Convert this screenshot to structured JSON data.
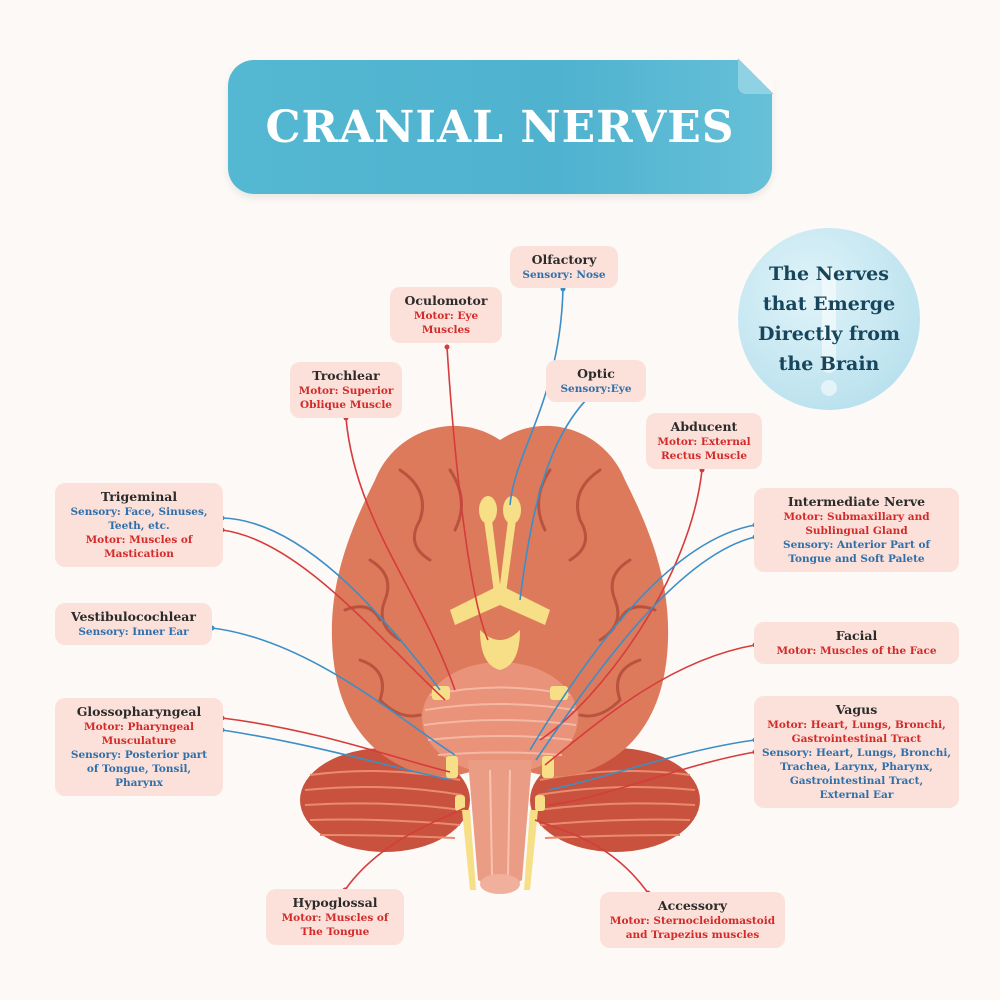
{
  "title": "CRANIAL NERVES",
  "tagline": "The Nerves\nthat Emerge\nDirectly from\nthe Brain",
  "colors": {
    "banner": "#4fb2cf",
    "label_bg": "#fbe1d9",
    "motor_text": "#d32a2a",
    "sensory_text": "#2f6faa",
    "motor_line": "#d63c3c",
    "sensory_line": "#3a8fc7",
    "brain": "#e07d5e",
    "nerve_tissue": "#f6df86"
  },
  "nerves": [
    {
      "id": "olfactory",
      "name": "Olfactory",
      "lines": [
        {
          "type": "sensory",
          "text": "Sensory: Nose"
        }
      ]
    },
    {
      "id": "oculomotor",
      "name": "Oculomotor",
      "lines": [
        {
          "type": "motor",
          "text": "Motor: Eye\nMuscles"
        }
      ]
    },
    {
      "id": "optic",
      "name": "Optic",
      "lines": [
        {
          "type": "sensory",
          "text": "Sensory:Eye"
        }
      ]
    },
    {
      "id": "trochlear",
      "name": "Trochlear",
      "lines": [
        {
          "type": "motor",
          "text": "Motor: Superior\nOblique Muscle"
        }
      ]
    },
    {
      "id": "abducent",
      "name": "Abducent",
      "lines": [
        {
          "type": "motor",
          "text": "Motor: External\nRectus Muscle"
        }
      ]
    },
    {
      "id": "trigeminal",
      "name": "Trigeminal",
      "lines": [
        {
          "type": "sensory",
          "text": "Sensory: Face, Sinuses,\nTeeth, etc."
        },
        {
          "type": "motor",
          "text": "Motor: Muscles of\nMastication"
        }
      ]
    },
    {
      "id": "intermediate",
      "name": "Intermediate Nerve",
      "lines": [
        {
          "type": "motor",
          "text": "Motor: Submaxillary and\nSublingual Gland"
        },
        {
          "type": "sensory",
          "text": "Sensory: Anterior Part of\nTongue and Soft Palete"
        }
      ]
    },
    {
      "id": "vestibulocochlear",
      "name": "Vestibulocochlear",
      "lines": [
        {
          "type": "sensory",
          "text": "Sensory: Inner Ear"
        }
      ]
    },
    {
      "id": "facial",
      "name": "Facial",
      "lines": [
        {
          "type": "motor",
          "text": "Motor: Muscles of the Face"
        }
      ]
    },
    {
      "id": "glossopharyngeal",
      "name": "Glossopharyngeal",
      "lines": [
        {
          "type": "motor",
          "text": "Motor: Pharyngeal\nMusculature"
        },
        {
          "type": "sensory",
          "text": "Sensory: Posterior part\nof  Tongue, Tonsil,\nPharynx"
        }
      ]
    },
    {
      "id": "vagus",
      "name": "Vagus",
      "lines": [
        {
          "type": "motor",
          "text": "Motor: Heart, Lungs, Bronchi,\nGastrointestinal Tract"
        },
        {
          "type": "sensory",
          "text": "Sensory: Heart, Lungs, Bronchi,\nTrachea, Larynx, Pharynx,\nGastrointestinal Tract,\nExternal Ear"
        }
      ]
    },
    {
      "id": "hypoglossal",
      "name": "Hypoglossal",
      "lines": [
        {
          "type": "motor",
          "text": "Motor: Muscles of\nThe Tongue"
        }
      ]
    },
    {
      "id": "accessory",
      "name": "Accessory",
      "lines": [
        {
          "type": "motor",
          "text": "Motor: Sternocleidomastoid\nand Trapezius muscles"
        }
      ]
    }
  ]
}
